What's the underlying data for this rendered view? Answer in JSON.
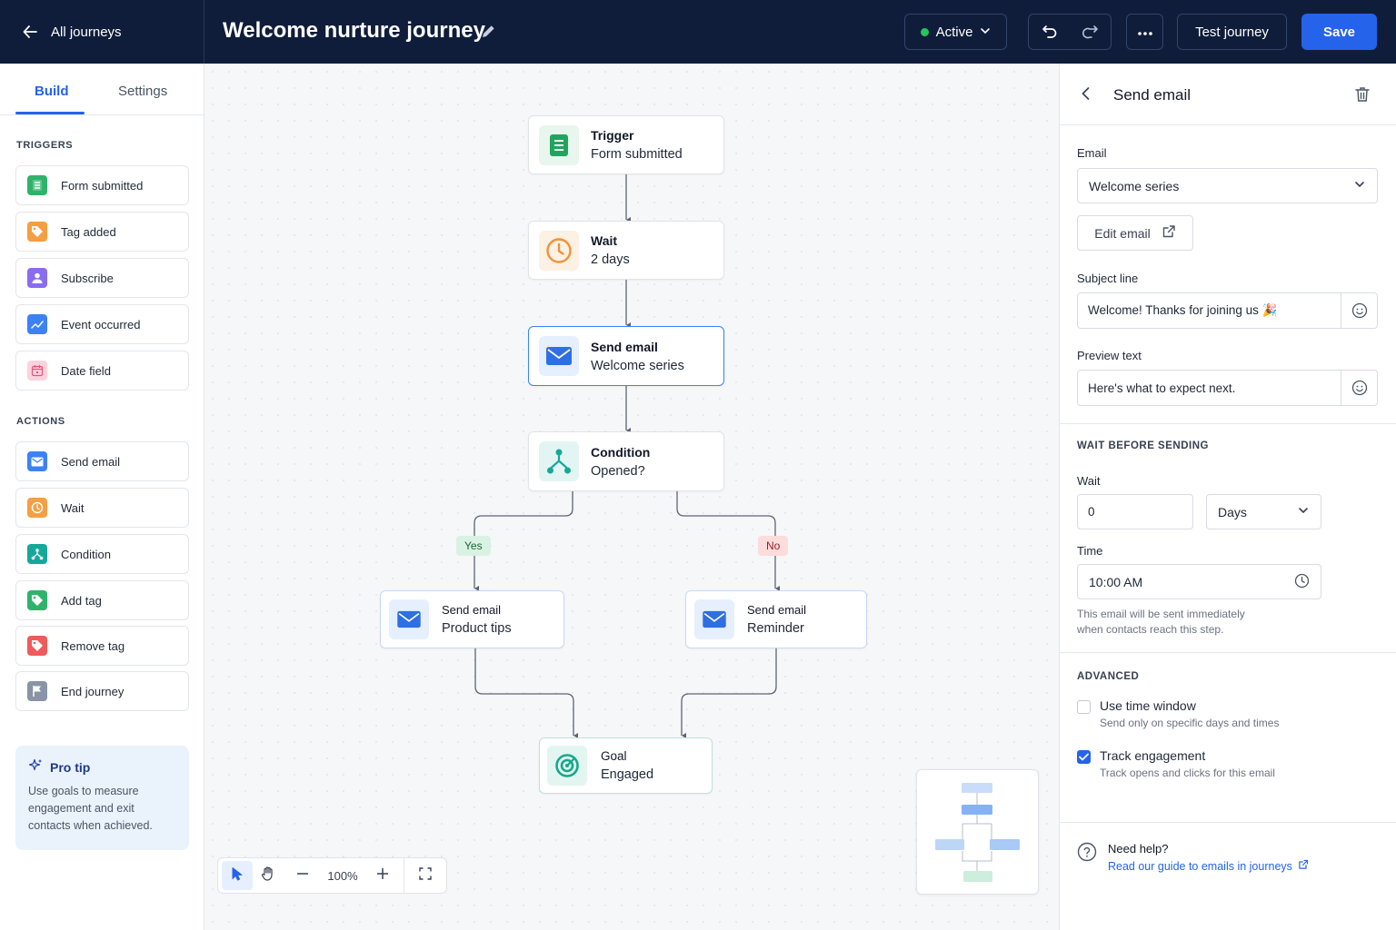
{
  "topbar": {
    "back_label": "All journeys",
    "journey_title": "Welcome nurture journey",
    "status": "Active",
    "test_label": "Test journey",
    "save_label": "Save"
  },
  "left": {
    "tabs": {
      "build": "Build",
      "settings": "Settings"
    },
    "triggers_heading": "TRIGGERS",
    "triggers": [
      {
        "label": "Form submitted",
        "icon": "form-icon",
        "color": "#2fb36b"
      },
      {
        "label": "Tag added",
        "icon": "tag-icon",
        "color": "#f59e42"
      },
      {
        "label": "Subscribe",
        "icon": "person-icon",
        "color": "#8b6cf0"
      },
      {
        "label": "Event occurred",
        "icon": "trend-icon",
        "color": "#3b82f6"
      },
      {
        "label": "Date field",
        "icon": "calendar-icon",
        "color": "#f9c2d1"
      }
    ],
    "actions_heading": "ACTIONS",
    "actions": [
      {
        "label": "Send email",
        "icon": "mail-icon",
        "color": "#3b82f6"
      },
      {
        "label": "Wait",
        "icon": "clock-icon",
        "color": "#f59e42"
      },
      {
        "label": "Condition",
        "icon": "branch-icon",
        "color": "#14a89a"
      },
      {
        "label": "Add tag",
        "icon": "tag-icon",
        "color": "#2fb36b"
      },
      {
        "label": "Remove tag",
        "icon": "tag-icon",
        "color": "#ef5b5b"
      },
      {
        "label": "End journey",
        "icon": "flag-icon",
        "color": "#8a94a6"
      }
    ],
    "protip": {
      "title": "Pro tip",
      "body": "Use goals to measure engagement and exit contacts when achieved."
    }
  },
  "canvas": {
    "nodes": {
      "trigger": {
        "title": "Trigger",
        "sub": "Form submitted"
      },
      "wait": {
        "title": "Wait",
        "sub": "2 days"
      },
      "send_welcome": {
        "title": "Send email",
        "sub": "Welcome series"
      },
      "condition": {
        "title": "Condition",
        "sub": "Opened?"
      },
      "send_tips": {
        "title": "Send email",
        "sub": "Product tips"
      },
      "send_reminder": {
        "title": "Send email",
        "sub": "Reminder"
      },
      "goal": {
        "title": "Goal",
        "sub": "Engaged"
      }
    },
    "branch_yes": "Yes",
    "branch_no": "No",
    "zoom": "100%"
  },
  "panel": {
    "title": "Send email",
    "email_label": "Email",
    "email_value": "Welcome series",
    "edit_label": "Edit email",
    "subject_label": "Subject line",
    "subject_value": "Welcome! Thanks for joining us 🎉",
    "preview_label": "Preview text",
    "preview_value": "Here's what to expect next.",
    "wait_heading": "WAIT BEFORE SENDING",
    "wait_label": "Wait",
    "wait_value": "0",
    "wait_unit": "Days",
    "time_label": "Time",
    "time_value": "10:00 AM",
    "wait_hint": "This email will be sent immediately when contacts reach this step.",
    "advanced_heading": "ADVANCED",
    "time_window": {
      "title": "Use time window",
      "desc": "Send only on specific days and times",
      "checked": false
    },
    "track": {
      "title": "Track engagement",
      "desc": "Track opens and clicks for this email",
      "checked": true
    },
    "help_title": "Need help?",
    "help_link": "Read our guide to emails in journeys"
  }
}
